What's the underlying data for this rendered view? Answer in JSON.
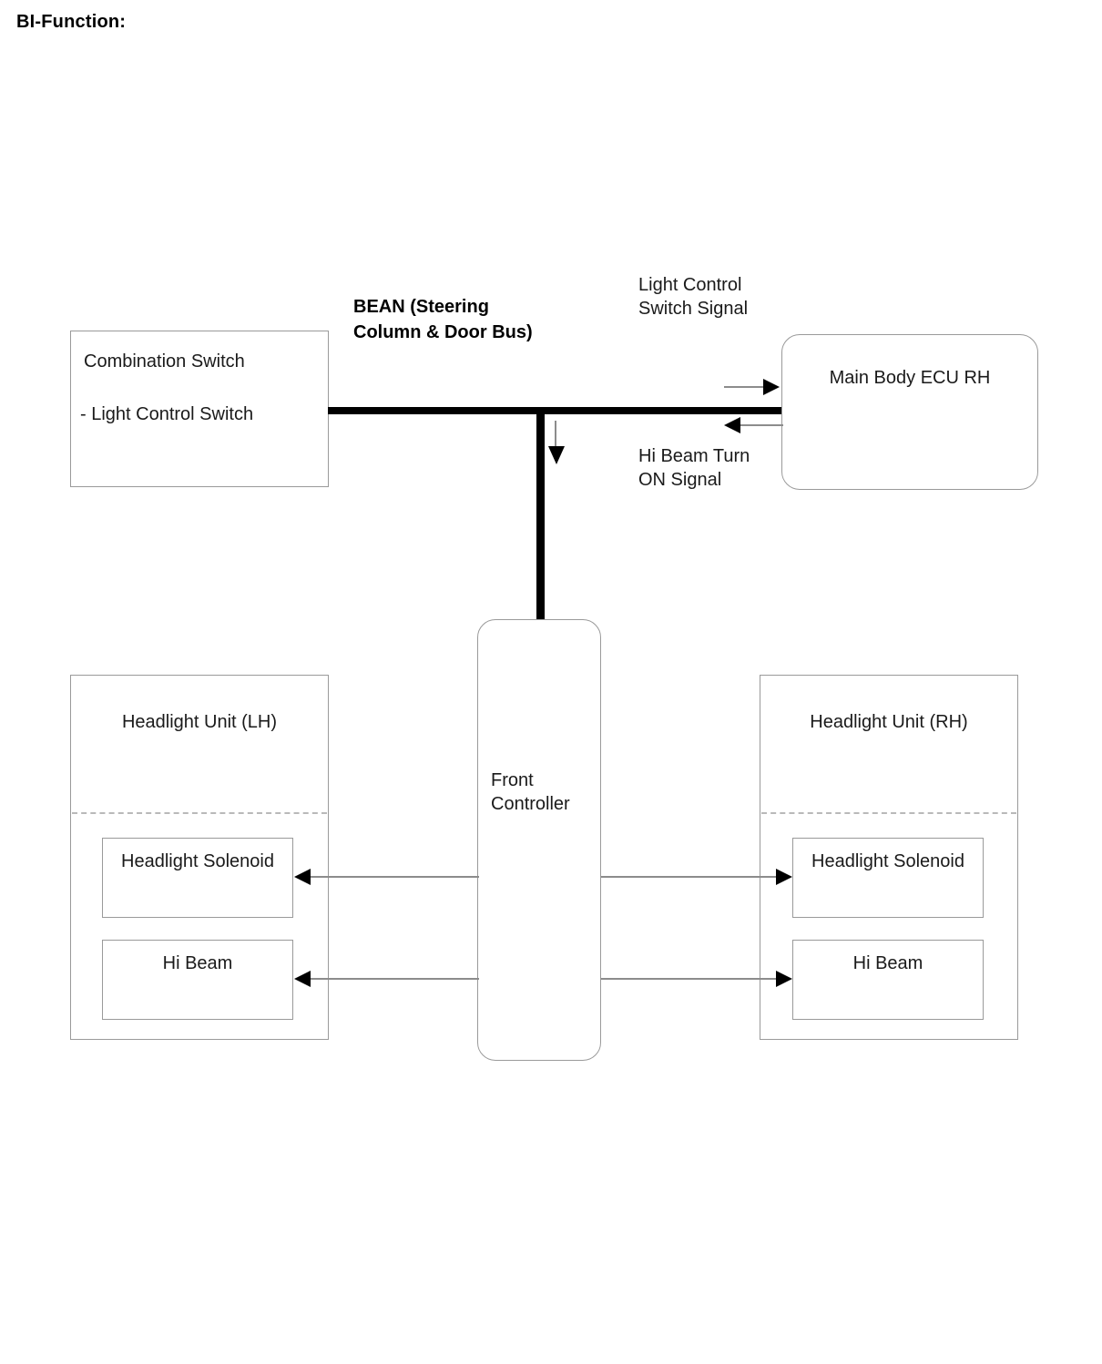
{
  "title": "BI-Function:",
  "nodes": {
    "combination_switch": {
      "title": "Combination Switch",
      "sub": "- Light Control Switch"
    },
    "main_body_ecu": {
      "label": "Main Body ECU RH"
    },
    "front_controller": {
      "label": "Front\nController"
    },
    "headlight_unit_lh": {
      "title": "Headlight Unit (LH)",
      "solenoid": "Headlight Solenoid",
      "hi_beam": "Hi Beam"
    },
    "headlight_unit_rh": {
      "title": "Headlight Unit (RH)",
      "solenoid": "Headlight Solenoid",
      "hi_beam": "Hi Beam"
    }
  },
  "bus": {
    "label": "BEAN (Steering\nColumn & Door Bus)"
  },
  "signals": {
    "light_control_switch": "Light Control\nSwitch Signal",
    "hi_beam_turn_on": "Hi Beam Turn\nON Signal"
  },
  "colors": {
    "bus_line": "#000000",
    "box_border": "#9a9a9a",
    "connector": "#8c8c8c",
    "divider": "#b9b9b9",
    "text": "#1a1a1a",
    "background": "#ffffff"
  }
}
